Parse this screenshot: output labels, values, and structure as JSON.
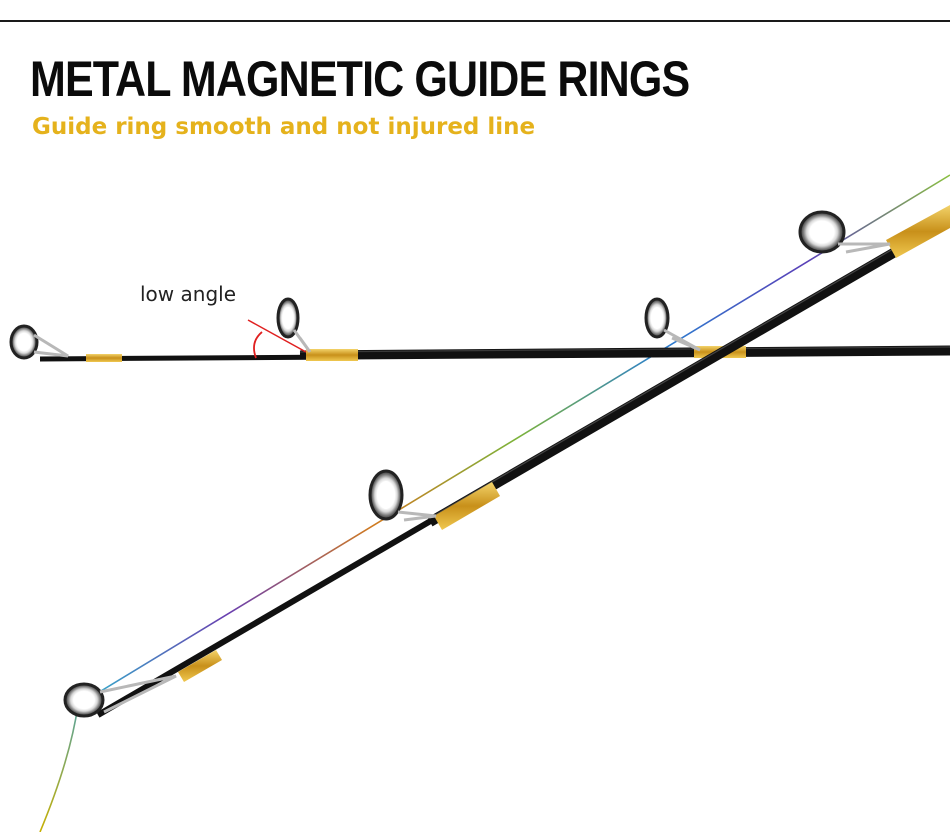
{
  "header": {
    "title": "METAL MAGNETIC GUIDE RINGS",
    "subtitle": "Guide ring smooth and not injured line"
  },
  "annotation": {
    "angle_label": "low angle"
  },
  "colors": {
    "title": "#0b0b0b",
    "subtitle": "#e5b21c",
    "rod_blank": "#111111",
    "thread_wrap": "#d9a420",
    "angle_marker": "#e02020",
    "guide_frame": "#b8b8b8"
  },
  "icons": [
    "fishing-rod-photo",
    "guide-ring-icon",
    "angle-arc-icon"
  ]
}
